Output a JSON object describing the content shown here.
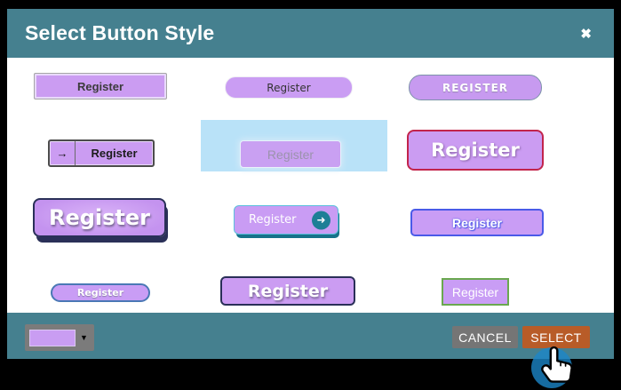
{
  "header": {
    "title": "Select Button Style",
    "close_icon": "✖"
  },
  "styles": [
    {
      "label": "Register",
      "variant": "boxed-light-border"
    },
    {
      "label": "Register",
      "variant": "pill-on-blue-selected"
    },
    {
      "label": "REGISTER",
      "variant": "pill-caps-white-text"
    },
    {
      "label": "Register",
      "variant": "arrow-segment",
      "arrow": "→"
    },
    {
      "label": "Register",
      "variant": "muted-text-glow"
    },
    {
      "label": "Register",
      "variant": "red-border-large"
    },
    {
      "label": "Register",
      "variant": "3d-navy-shadow"
    },
    {
      "label": "Register",
      "variant": "teal-edge-arrow-circle",
      "arrow": "➜"
    },
    {
      "label": "Register",
      "variant": "blue-border"
    },
    {
      "label": "Register",
      "variant": "small-pill"
    },
    {
      "label": "Register",
      "variant": "navy-border-large"
    },
    {
      "label": "Register",
      "variant": "green-border-square"
    }
  ],
  "footer": {
    "cancel_label": "CANCEL",
    "select_label": "SELECT",
    "dropdown_caret": "▼"
  },
  "colors": {
    "header_teal": "#45808f",
    "accent_purple": "#c99df5",
    "selected_tile_blue": "#b9e2f8",
    "select_orange": "#b85c28",
    "cancel_gray": "#757575",
    "click_indicator_blue": "#1c86c8"
  }
}
